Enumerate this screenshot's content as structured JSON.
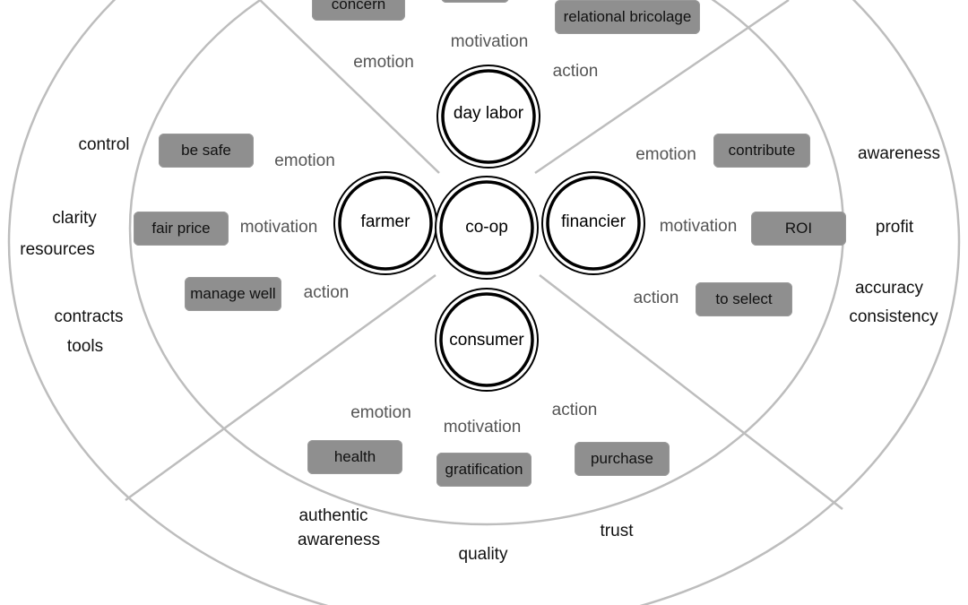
{
  "center": {
    "label": "co-op"
  },
  "actors": {
    "top": {
      "label": "day labor"
    },
    "left": {
      "label": "farmer"
    },
    "right": {
      "label": "financier"
    },
    "bottom": {
      "label": "consumer"
    }
  },
  "dimensions": {
    "emotion": "emotion",
    "motivation": "motivation",
    "action": "action"
  },
  "tags": {
    "top_emotion": "concern",
    "top_action": "relational bricolage",
    "left_emotion": "be safe",
    "left_motivation": "fair price",
    "left_action": "manage well",
    "right_emotion": "contribute",
    "right_motivation": "ROI",
    "right_action": "to select",
    "bottom_emotion": "health",
    "bottom_motivation": "gratification",
    "bottom_action": "purchase"
  },
  "outer_labels": {
    "left": [
      "control",
      "clarity",
      "resources",
      "contracts",
      "tools"
    ],
    "right": [
      "awareness",
      "profit",
      "accuracy",
      "consistency"
    ],
    "bottom": [
      "authentic",
      "awareness",
      "quality",
      "trust"
    ]
  },
  "colors": {
    "tag_fill": "#8f8f8f",
    "ring_line": "#bdbdbd",
    "node_stroke": "#000000"
  }
}
